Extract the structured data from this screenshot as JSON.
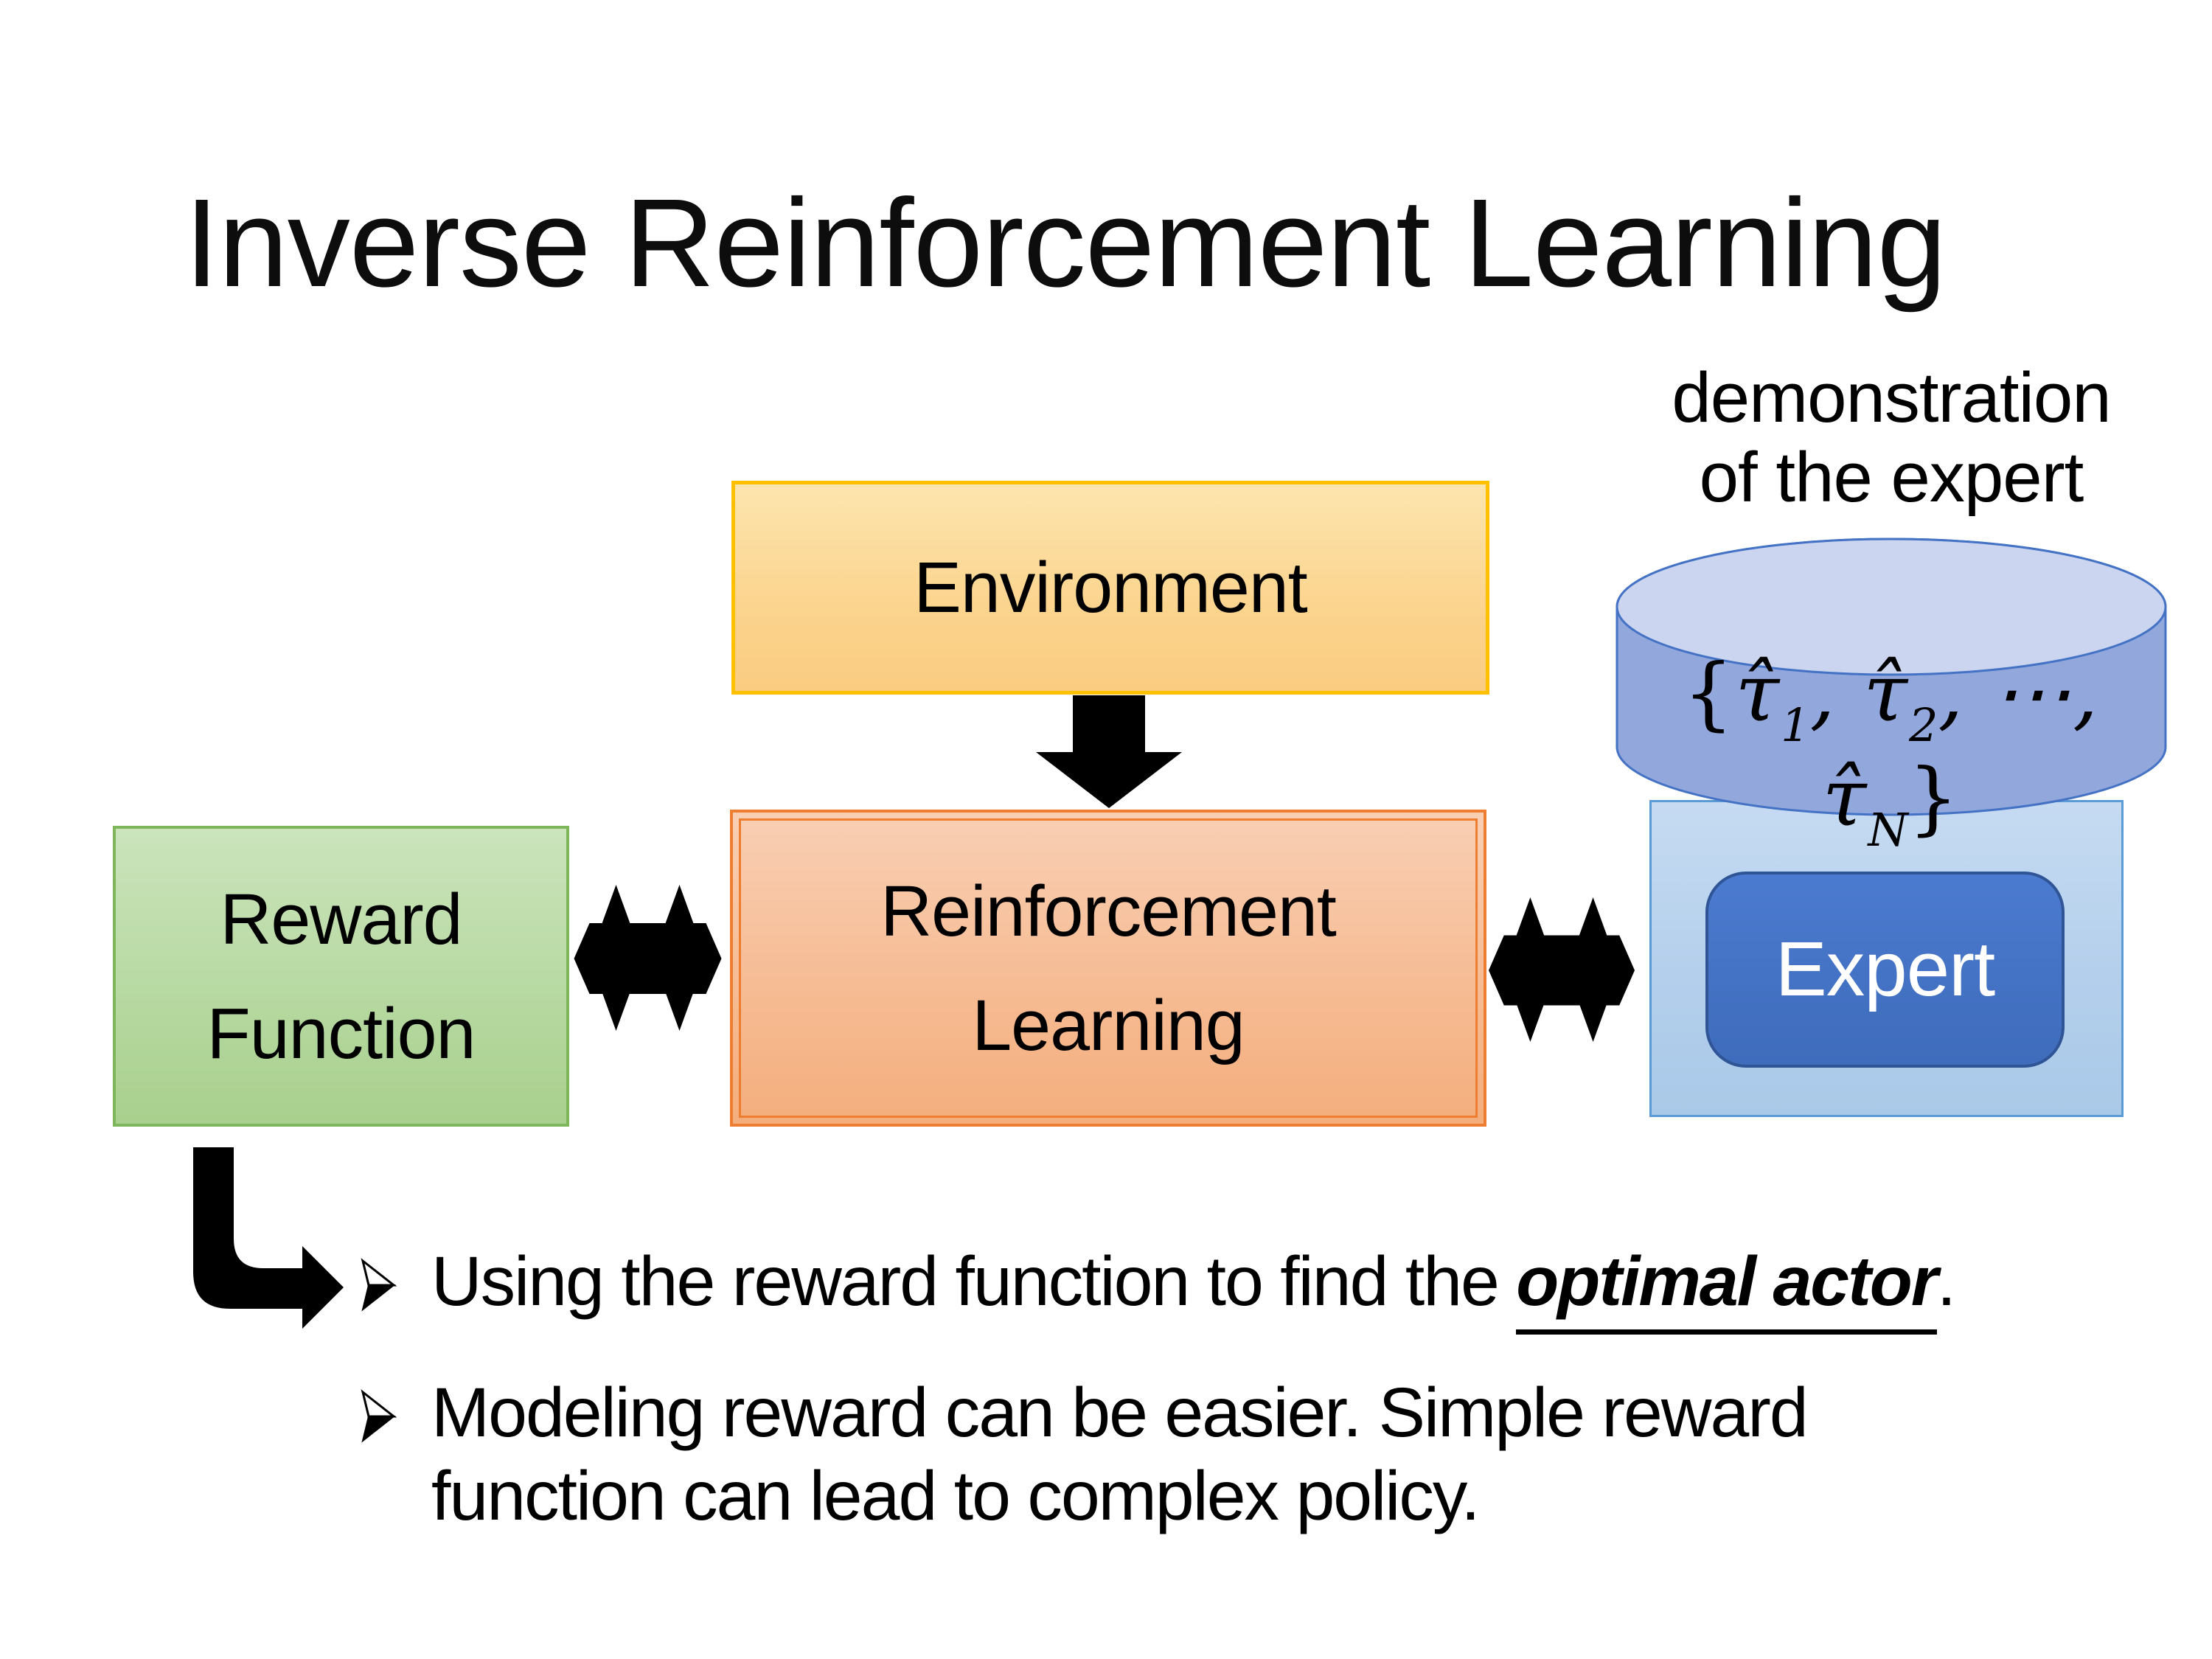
{
  "slide": {
    "title": "Inverse Reinforcement Learning",
    "background_color": "#FFFFFF"
  },
  "diagram": {
    "environment": {
      "label": "Environment",
      "fill_top": "#FDE5AE",
      "fill_bottom": "#FACC82",
      "border_color": "#FFC000"
    },
    "reward_function": {
      "line1": "Reward",
      "line2": "Function",
      "fill_top": "#CBE4BC",
      "fill_bottom": "#A9D08D",
      "border_color": "#7EB75B"
    },
    "reinforcement_learning": {
      "line1": "Reinforcement",
      "line2": "Learning",
      "fill_top": "#F9CFB4",
      "fill_bottom": "#F4AE7D",
      "border_color": "#ED7D31"
    },
    "expert_panel": {
      "fill_top": "#C6DBF2",
      "fill_bottom": "#A9C9E8",
      "border_color": "#5B9BD5"
    },
    "expert": {
      "label": "Expert",
      "fill": "#4472C4",
      "border_color": "#2F5597",
      "text_color": "#FFFFFF"
    },
    "demonstration_caption": {
      "line1": "demonstration",
      "line2": "of the expert"
    },
    "dataset_cylinder": {
      "body_fill": "#92A7DB",
      "top_fill": "#CBD5EF",
      "border_color": "#4472C4",
      "formula": {
        "lbrace": "{",
        "tau1": "τ̂",
        "sub1": "1",
        "comma1": ", ",
        "tau2": "τ̂",
        "sub2": "2",
        "comma2": ", ",
        "dots": "⋯",
        "comma3": ", ",
        "tau3": "τ̂",
        "subn": "N",
        "rbrace": "}"
      }
    },
    "icons": {
      "down_arrow": "down-arrow",
      "double_arrow_left": "double-headed-exchange-arrow",
      "double_arrow_right": "double-headed-exchange-arrow",
      "bent_arrow": "elbow-down-right-arrow",
      "bullet_marker": "3d-arrowhead-bullet"
    },
    "arrow_color": "#000000"
  },
  "bullets": {
    "item1": {
      "prefix": "Using the reward function to find the ",
      "highlight": "optimal actor",
      "suffix": "."
    },
    "item2": {
      "text": "Modeling reward can be easier. Simple reward function can lead to complex policy."
    }
  }
}
